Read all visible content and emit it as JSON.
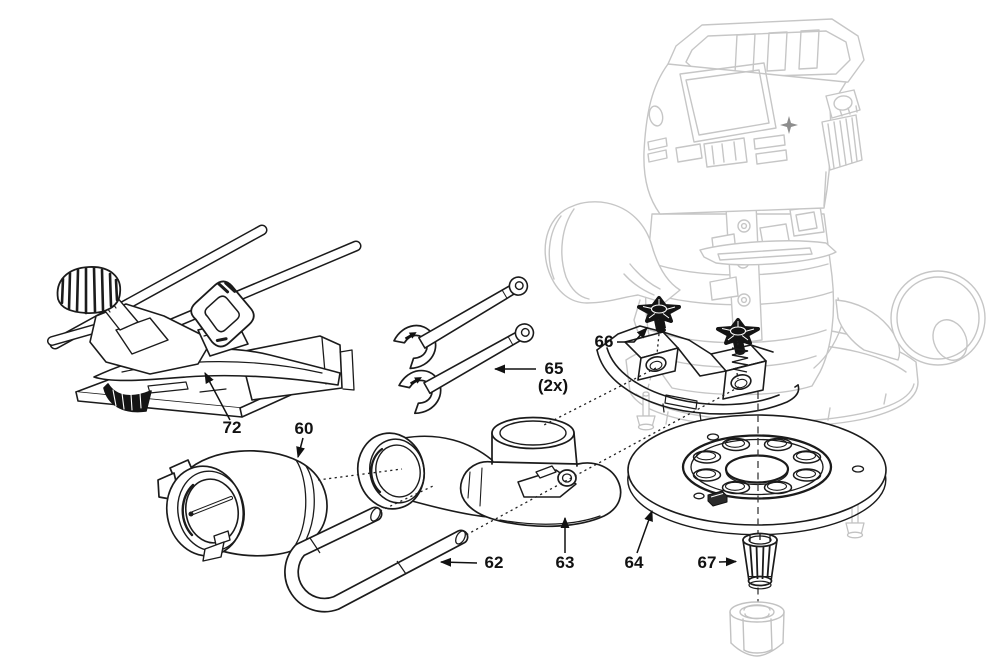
{
  "diagram": {
    "type": "exploded-parts-diagram",
    "subject": "router power tool accessories",
    "background_color": "#ffffff",
    "line_color": "#1b1b1b",
    "ghost_line_color": "#c6c6c6"
  },
  "labels": {
    "part72": "72",
    "part60": "60",
    "part62": "62",
    "part63": "63",
    "part64": "64",
    "part65": "65",
    "part65_qty": "(2x)",
    "part66": "66",
    "part67": "67"
  }
}
